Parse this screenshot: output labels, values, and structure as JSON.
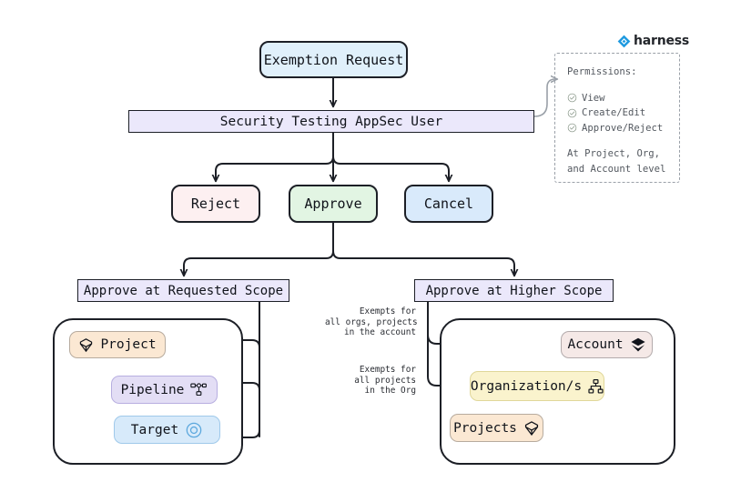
{
  "brand": {
    "name": "harness",
    "logo_icon": "harness-diamond-icon",
    "accent": "#1f9ae0"
  },
  "flow": {
    "start": {
      "label": "Exemption Request",
      "color": "#e0f0fb"
    },
    "actor": {
      "label": "Security Testing AppSec User",
      "color": "#ebe8fb"
    },
    "actions": [
      {
        "label": "Reject",
        "color": "#fdf0f1",
        "name": "reject"
      },
      {
        "label": "Approve",
        "color": "#e2f5e3",
        "name": "approve"
      },
      {
        "label": "Cancel",
        "color": "#d9eafb",
        "name": "cancel"
      }
    ],
    "scopes": [
      {
        "label": "Approve at Requested Scope",
        "color": "#ebe8fb",
        "name": "requested-scope"
      },
      {
        "label": "Approve at Higher Scope",
        "color": "#ebe8fb",
        "name": "higher-scope"
      }
    ]
  },
  "requested_scope": {
    "items": [
      {
        "label": "Project",
        "icon": "cube-icon",
        "color": "#fbe8d3"
      },
      {
        "label": "Pipeline",
        "icon": "pipeline-icon",
        "color": "#e3def5"
      },
      {
        "label": "Target",
        "icon": "target-icon",
        "color": "#d7eafa"
      }
    ]
  },
  "higher_scope": {
    "items": [
      {
        "label": "Account",
        "icon": "layers-icon",
        "color": "#f5e9e7"
      },
      {
        "label": "Organization/s",
        "icon": "hierarchy-icon",
        "color": "#faf3cd"
      },
      {
        "label": "Projects",
        "icon": "cube-icon",
        "color": "#fbe8d3"
      }
    ],
    "annotations": [
      {
        "text": "Exempts for\nall orgs, projects\nin the account",
        "name": "exempts-account"
      },
      {
        "text": "Exempts for\nall projects\nin the Org",
        "name": "exempts-org"
      }
    ]
  },
  "permissions": {
    "title": "Permissions:",
    "check_icon": "check-circle-icon",
    "items": [
      "View",
      "Create/Edit",
      "Approve/Reject"
    ],
    "footer": "At Project, Org,\nand Account level"
  }
}
